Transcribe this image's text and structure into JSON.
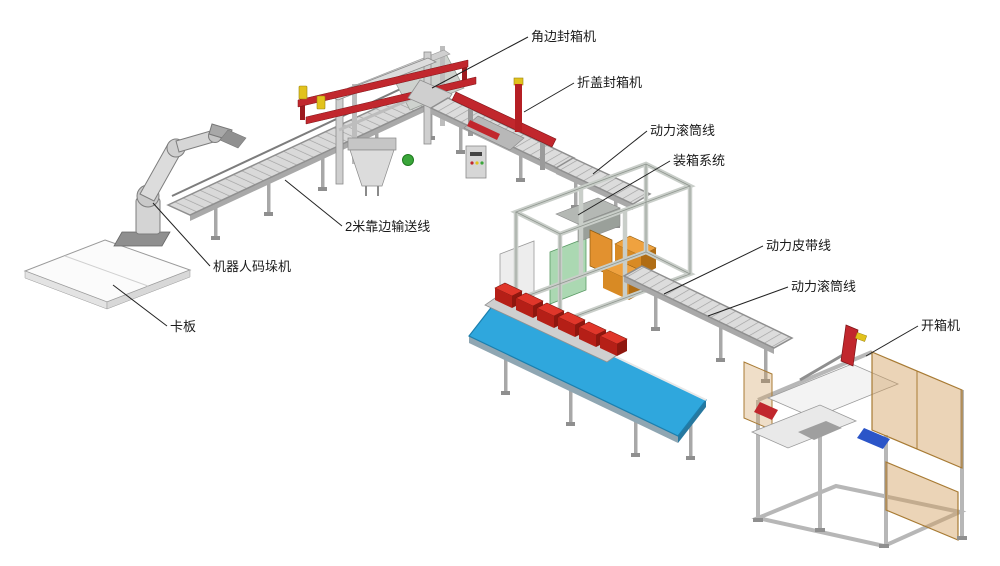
{
  "diagram": {
    "kind": "packaging-line-equipment-layout",
    "background": "#ffffff",
    "labels": {
      "corner_sealer": "角边封箱机",
      "flap_sealer": "折盖封箱机",
      "power_roller_line_1": "动力滚筒线",
      "case_packing_system": "装箱系统",
      "power_belt_line": "动力皮带线",
      "power_roller_line_2": "动力滚筒线",
      "carton_erector": "开箱机",
      "edge_conveyor_2m": "2米靠边输送线",
      "robot_palletizer": "机器人码垛机",
      "pallet": "卡板"
    },
    "colors": {
      "machine_red": "#c1272d",
      "belt_blue": "#2fa7dd",
      "carton_orange": "#e2912f",
      "box_red": "#c8251b",
      "frame_gray": "#c9cec9",
      "guard_amber": "#d2a060",
      "panel_green": "#abd8b2",
      "accent_yellow": "#e2c21c",
      "button_green": "#3aa63a",
      "label_text": "#1a1a1a"
    }
  }
}
